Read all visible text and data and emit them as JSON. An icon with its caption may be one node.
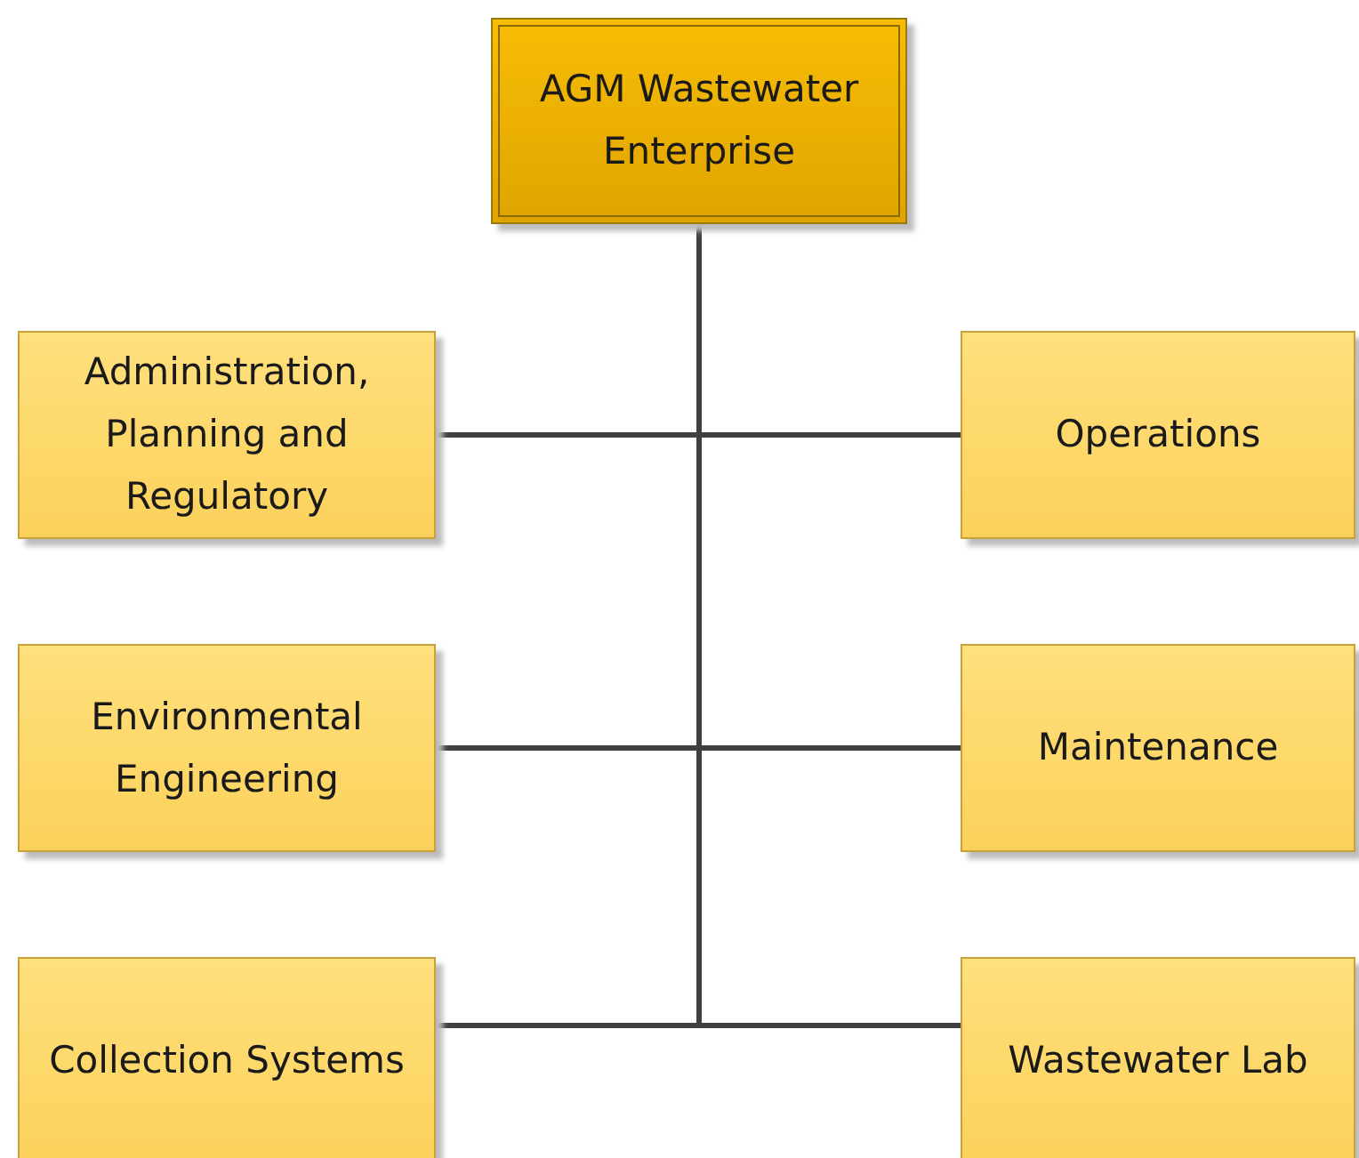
{
  "diagram": {
    "nodes": [
      {
        "text": [
          "AGM Wastewater Enterprise"
        ]
      },
      {
        "text": [
          "Administration, Planning and Regulatory"
        ]
      },
      {
        "text": [
          "Operations"
        ]
      },
      {
        "text": [
          "Environmental Engineering"
        ]
      },
      {
        "text": [
          "Maintenance"
        ]
      },
      {
        "text": [
          "Collection Systems"
        ]
      },
      {
        "text": [
          "Wastewater Lab"
        ]
      }
    ],
    "edges": [
      {
        "from": 0,
        "to": 1,
        "arrow": "none"
      },
      {
        "from": 0,
        "to": 2,
        "arrow": "none"
      },
      {
        "from": 0,
        "to": 3,
        "arrow": "none"
      },
      {
        "from": 0,
        "to": 4,
        "arrow": "none"
      },
      {
        "from": 0,
        "to": 5,
        "arrow": "none"
      },
      {
        "from": 0,
        "to": 6,
        "arrow": "none"
      }
    ]
  }
}
